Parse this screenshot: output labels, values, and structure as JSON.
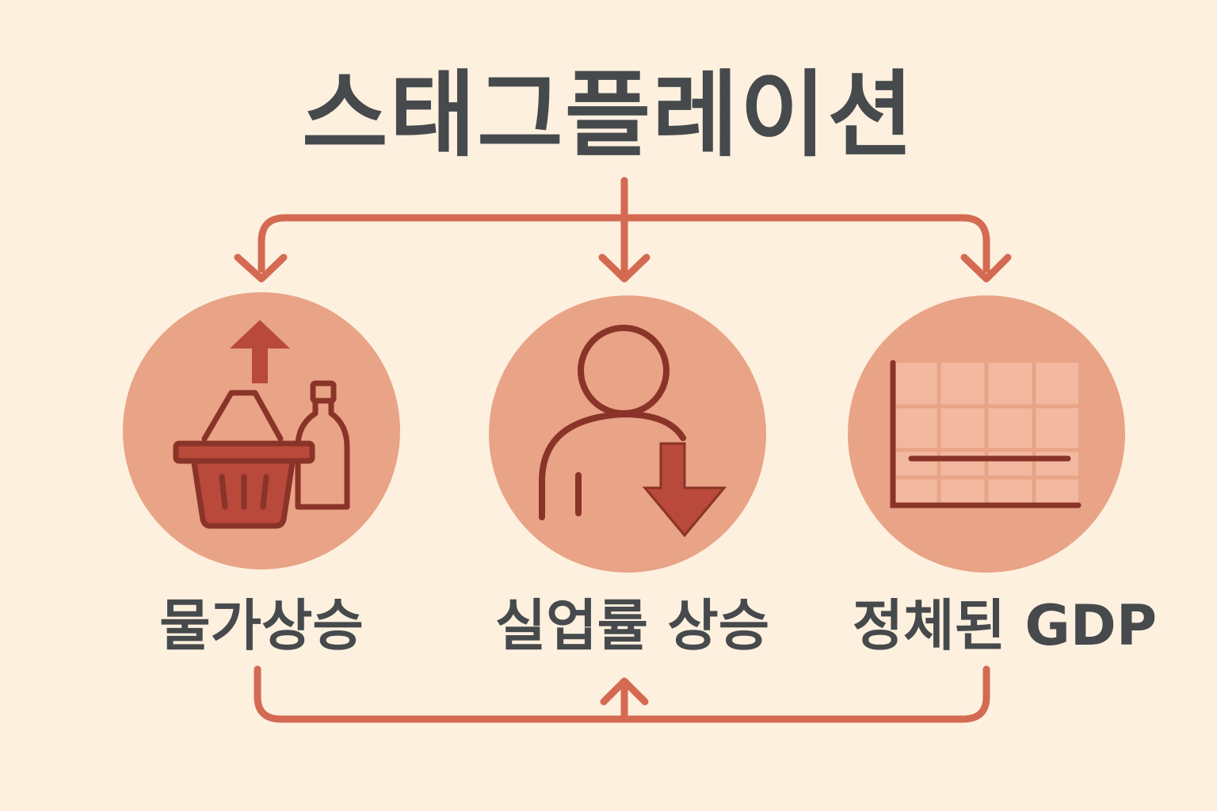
{
  "title": "스태그플레이션",
  "items": [
    {
      "label": "물가상승",
      "icon": "shopping-basket-price-up-icon"
    },
    {
      "label": "실업률 상승",
      "icon": "person-unemployment-down-icon"
    },
    {
      "label": "정체된 GDP",
      "icon": "flat-gdp-chart-icon"
    }
  ],
  "colors": {
    "background": "#fdf0df",
    "text": "#474a4c",
    "arrow": "#d46a52",
    "circle": "#e9a386",
    "icon_stroke": "#8a3328",
    "icon_fill": "#b9493a",
    "grid_fill": "#f2b9a0"
  }
}
